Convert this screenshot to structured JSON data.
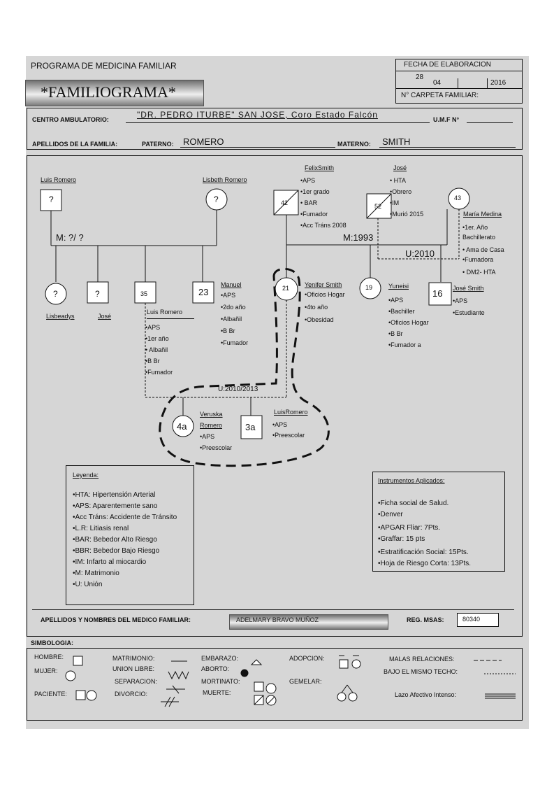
{
  "header": {
    "program": "PROGRAMA DE MEDICINA FAMILIAR",
    "title": "*FAMILIOGRAMA*",
    "fecha_label": "FECHA DE ELABORACION",
    "day": "28",
    "month": "04",
    "year": "2016",
    "carpeta_label": "N° CARPETA FAMILIAR:",
    "centro_label": "CENTRO AMBULATORIO:",
    "centro_value": "\"DR. PEDRO ITURBE\" SAN JOSE, Coro Estado Falcón",
    "umf_label": "U.M.F N°",
    "apellidos_label": "APELLIDOS DE LA FAMILIA:",
    "paterno_label": "PATERNO:",
    "paterno_value": "ROMERO",
    "materno_label": "MATERNO:",
    "materno_value": "SMITH"
  },
  "genogram": {
    "luis_romero_top": "Luis Romero",
    "lisbeth": "Lisbeth Romero",
    "unknown": "?",
    "m_unknown": "M: ?/ ?",
    "lisbeadys": "Lisbeadys",
    "jose_small": "José",
    "age_35": "35",
    "age_23": "23",
    "luis_romero_35": "Luis Romero",
    "luis_notes": [
      "•APS",
      "•1er año",
      "• Albañil",
      "•B Br",
      "•Fumador"
    ],
    "manuel": "Manuel",
    "manuel_notes": [
      "•APS",
      "•2do año",
      "•Albañil",
      "•B Br",
      "•Fumador"
    ],
    "felix": "FelixSmith",
    "felix_notes": [
      "•APS",
      "•1er grado",
      "• BAR",
      "•Fumador",
      "•Acc Tráns 2008"
    ],
    "age_42": "42",
    "jose_top": "José",
    "jose_notes": [
      "• HTA",
      "•Obrero",
      "•IM",
      "•Murió 2015"
    ],
    "age_52": "52",
    "age_43": "43",
    "maria": "María Medina",
    "maria_notes": [
      "•1er. Año Bachillerato",
      "• Ama de Casa",
      "•Fumadora",
      "• DM2- HTA"
    ],
    "m_1993": "M:1993",
    "u_2010": "U:2010",
    "age_21": "21",
    "yenifer": "Yenifer Smith",
    "yenifer_notes": [
      "•Oficios Hogar",
      "•4to año",
      "•Obesidad"
    ],
    "age_19": "19",
    "yuneisi": "Yuneisi",
    "yuneisi_notes": [
      "•APS",
      "•Bachiller",
      "•Oficios Hogar",
      "•B Br",
      "•Fumador a"
    ],
    "age_16": "16",
    "jose_smith": "José Smith",
    "jose_smith_notes": [
      "•APS",
      "•Estudiante"
    ],
    "u_2010_2013": "U:2010/2013",
    "age_4a": "4a",
    "veruska": "Veruska Romero",
    "veruska_notes": [
      "•APS",
      "•Preescolar"
    ],
    "age_3a": "3a",
    "luisromero_child": "LuisRomero",
    "luischild_notes": [
      "•APS",
      "•Preescolar"
    ]
  },
  "legend": {
    "title": "Leyenda:",
    "items": [
      "•HTA: Hipertensión Arterial",
      "•APS: Aparentemente sano",
      "•Acc Tráns: Accidente de Tránsito",
      "•L.R: Litiasis renal",
      "•BAR: Bebedor Alto Riesgo",
      "•BBR: Bebedor Bajo Riesgo",
      "•IM: Infarto al miocardio",
      "•M: Matrimonio",
      "•U: Unión"
    ]
  },
  "instruments": {
    "title": "Instrumentos Aplicados:",
    "items": [
      "•Ficha social de Salud.",
      "•Denver",
      "•APGAR Fliar: 7Pts.",
      "•Graffar: 15 pts",
      "•Estratificación Social: 15Pts.",
      "•Hoja de Riesgo Corta: 13Pts."
    ]
  },
  "doctor": {
    "label": "APELLIDOS Y NOMBRES DEL MEDICO FAMILIAR:",
    "name": "ADELMARY BRAVO MUÑOZ",
    "reg_label": "REG. MSAS:",
    "reg_value": "80340"
  },
  "symbology": {
    "title": "SIMBOLOGIA:",
    "hombre": "HOMBRE:",
    "mujer": "MUJER:",
    "paciente": "PACIENTE:",
    "matrimonio": "MATRIMONIO:",
    "union_libre": "UNION LIBRE:",
    "separacion": "SEPARACION:",
    "divorcio": "DIVORCIO:",
    "embarazo": "EMBARAZO:",
    "aborto": "ABORTO:",
    "mortinato": "MORTINATO:",
    "muerte": "MUERTE:",
    "adopcion": "ADOPCION:",
    "gemelar": "GEMELAR:",
    "malas_relaciones": "MALAS RELACIONES:",
    "bajo_techo": "BAJO EL MISMO TECHO:",
    "lazo_afectivo": "Lazo Afectivo Intenso:"
  }
}
